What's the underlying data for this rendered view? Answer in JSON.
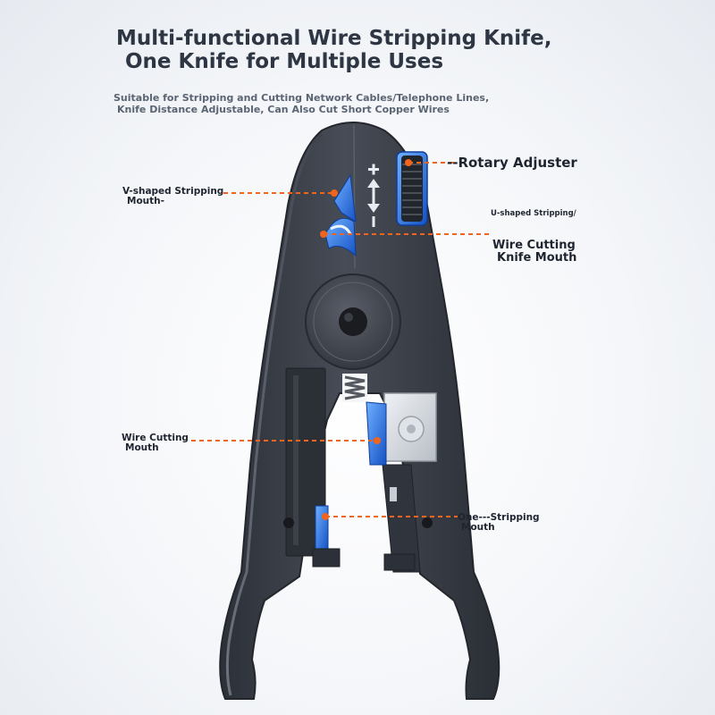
{
  "header": {
    "title_line1": "Multi-functional Wire Stripping Knife,",
    "title_line2": "One Knife for Multiple Uses",
    "subtitle_line1": "Suitable for Stripping and Cutting Network Cables/Telephone Lines,",
    "subtitle_line2": "Knife Distance Adjustable, Can Also Cut Short Copper Wires"
  },
  "callouts": {
    "v_stripping_line1": "V-shaped Stripping",
    "v_stripping_line2": "Mouth-",
    "rotary_adjuster": "--Rotary Adjuster",
    "u_stripping": "U-shaped Stripping/",
    "wire_cutting_knife_line1": "Wire Cutting",
    "wire_cutting_knife_line2": "Knife Mouth",
    "wire_cutting_mouth_line1": "Wire Cutting",
    "wire_cutting_mouth_line2": "Mouth",
    "one_stripping_line1": "One---Stripping",
    "one_stripping_line2": "Mouth"
  },
  "colors": {
    "tool_body": "#3c414b",
    "blue_insert": "#1f6fe0",
    "callout_line": "#f0641e",
    "title_text": "#2d3642"
  },
  "icons": {
    "plus": "plus-icon",
    "minus": "minus-icon",
    "double_arrow": "up-down-arrow-icon"
  }
}
